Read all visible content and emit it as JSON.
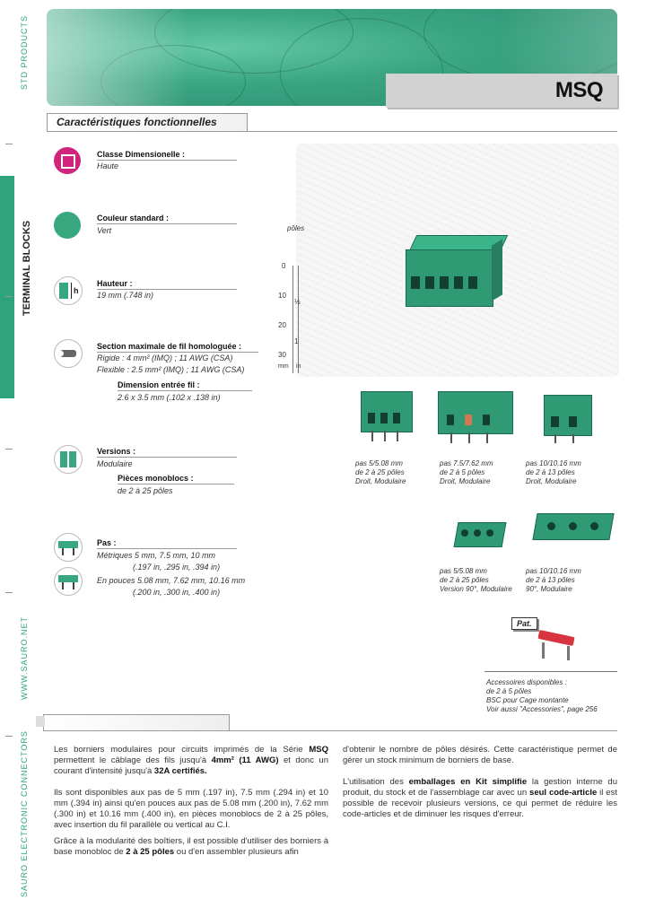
{
  "side": {
    "std_products": "STD PRODUCTS",
    "terminal_blocks": "TERMINAL BLOCKS",
    "url": "WWW.SAURO.NET",
    "company": "SAURO ELECTRONIC CONNECTORS"
  },
  "header": {
    "series": "MSQ",
    "section_title": "Caractéristiques fonctionnelles"
  },
  "features": {
    "classe_label": "Classe Dimensionelle :",
    "classe_value": "Haute",
    "couleur_label": "Couleur standard :",
    "couleur_value": "Vert",
    "hauteur_label": "Hauteur :",
    "hauteur_value": "19 mm (.748 in)",
    "section_label": "Section maximale de fil homologuée :",
    "section_rigide": "Rigide : 4 mm² (IMQ) ; 11 AWG (CSA)",
    "section_flexible": "Flexible : 2.5 mm² (IMQ) ; 11 AWG (CSA)",
    "dimension_label": "Dimension entrée fil :",
    "dimension_value": "2.6 x 3.5 mm (.102 x .138 in)",
    "versions_label": "Versions :",
    "versions_value": "Modulaire",
    "monoblocs_label": "Pièces monoblocs :",
    "monoblocs_value": "de 2 à 25 pôles",
    "pas_label": "Pas :",
    "pas_metric": "Métriques 5 mm, 7.5 mm, 10 mm",
    "pas_metric_in": "(.197 in, .295 in, .394 in)",
    "pas_inch": "En pouces 5.08 mm, 7.62 mm, 10.16 mm",
    "pas_inch_in": "(.200 in, .300 in, .400 in)"
  },
  "scale": {
    "unit_top": "pôles",
    "unit_bottom": "mm",
    "unit_in": "in",
    "marks": [
      "0",
      "10",
      "20",
      "30"
    ],
    "inch_marks": [
      "½",
      "1"
    ]
  },
  "captions": {
    "c1": [
      "pas 5/5.08 mm",
      "de 2 à 25 pôles",
      "Droit, Modulaire"
    ],
    "c2": [
      "pas 7.5/7.62 mm",
      "de 2 à 5 pôles",
      "Droit, Modulaire"
    ],
    "c3": [
      "pas 10/10.16 mm",
      "de 2 à 13 pôles",
      "Droit, Modulaire"
    ],
    "c4": [
      "pas 5/5.08 mm",
      "de 2 à 25 pôles",
      "Version 90°, Modulaire"
    ],
    "c5": [
      "pas 10/10.16 mm",
      "de 2 à 13 pôles",
      "90°, Modulaire"
    ],
    "accessories": [
      "Accessoires disponibles :",
      "de 2 à 5 pôles",
      "BSC pour Cage montante",
      "Voir aussi \"Accessories\", page 256"
    ],
    "pat": "Pat."
  },
  "body": {
    "p1_a": "Les borniers modulaires pour circuits imprimés de la Série ",
    "p1_b": "MSQ",
    "p1_c": " permettent le câblage des fils jusqu'à ",
    "p1_d": "4mm² (11 AWG)",
    "p1_e": " et donc un courant d'intensité jusqu'à ",
    "p1_f": "32A certifiés.",
    "p2": "Ils sont disponibles aux pas de 5 mm (.197 in), 7.5 mm (.294 in) et 10 mm (.394 in) ainsi qu'en pouces aux pas de 5.08 mm (.200 in), 7.62 mm (.300 in) et 10.16 mm (.400 in), en pièces monoblocs de 2 à 25 pôles, avec insertion du fil parallèle ou vertical au C.I.",
    "p3_a": "Grâce à la modularité des boîtiers, il est possible d'utiliser des borniers à base monobloc de ",
    "p3_b": "2 à 25 pôles",
    "p3_c": " ou d'en assembler plusieurs afin",
    "p4": "d'obtenir le nombre de pôles désirés. Cette caractéristique permet de gérer un stock minimum de borniers de base.",
    "p5_a": "L'utilisation des ",
    "p5_b": "emballages en Kit simplifie",
    "p5_c": " la gestion interne du produit, du stock et de l'assemblage car avec un ",
    "p5_d": "seul code-article",
    "p5_e": " il est possible de recevoir plusieurs versions, ce qui permet de réduire les code-articles et de diminuer les risques d'erreur."
  },
  "colors": {
    "accent": "#2fa37c",
    "magenta": "#d0247d",
    "green": "#37a77f"
  }
}
